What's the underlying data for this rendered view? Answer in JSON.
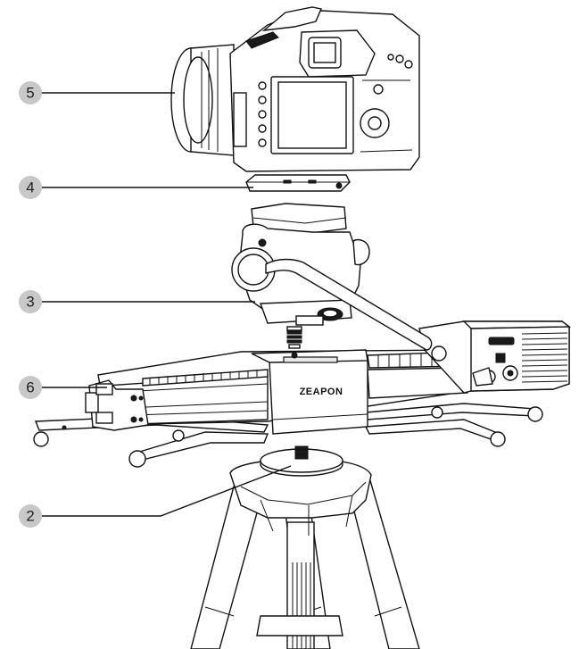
{
  "callouts": [
    {
      "id": "camera",
      "label": "5"
    },
    {
      "id": "quick-release-plate",
      "label": "4"
    },
    {
      "id": "ball-head",
      "label": "3"
    },
    {
      "id": "slider",
      "label": "6"
    },
    {
      "id": "tripod",
      "label": "2"
    }
  ],
  "slider": {
    "brand": "ZEAPON"
  },
  "colors": {
    "callout_fill": "#c8c8c8",
    "line": "#111111",
    "background": "#ffffff"
  }
}
